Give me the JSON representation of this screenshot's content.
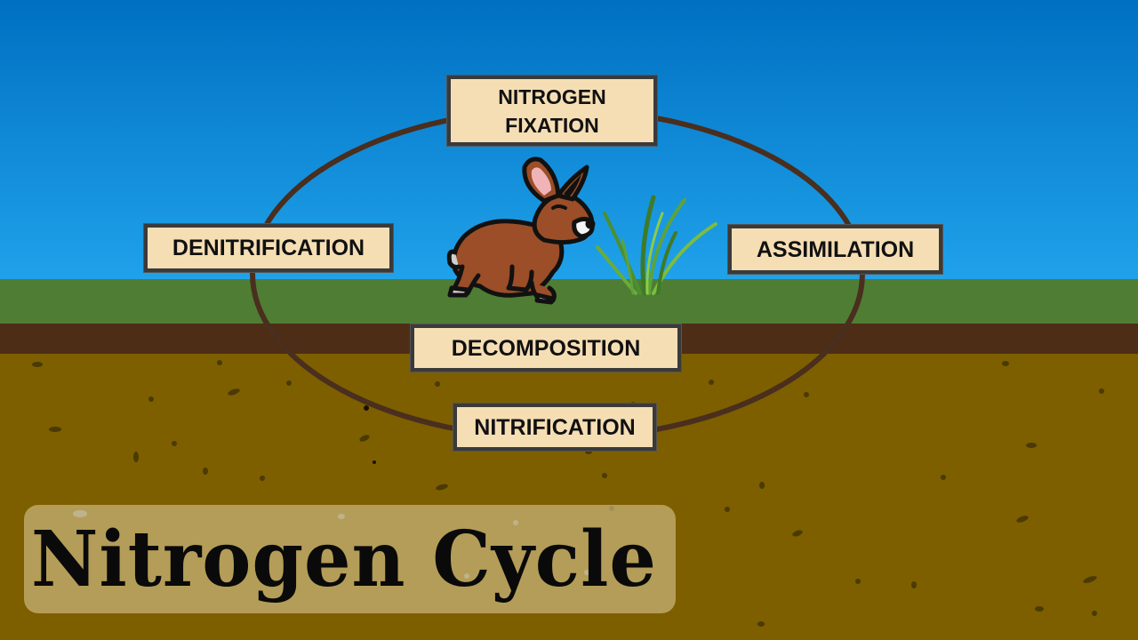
{
  "diagram": {
    "title": "Nitrogen Cycle",
    "stages": {
      "fixation": "NITROGEN\nFIXATION",
      "denitrification": "DENITRIFICATION",
      "assimilation": "ASSIMILATION",
      "decomposition": "DECOMPOSITION",
      "nitrification": "NITRIFICATION"
    }
  },
  "colors": {
    "sky_top": "#0072c4",
    "sky_bottom": "#1fa0e8",
    "grass": "#4f7d34",
    "topsoil": "#4e2d16",
    "soil": "#7d5f00",
    "cycle_loop": "#4a2e1e",
    "box_fill": "#f6deb4"
  }
}
